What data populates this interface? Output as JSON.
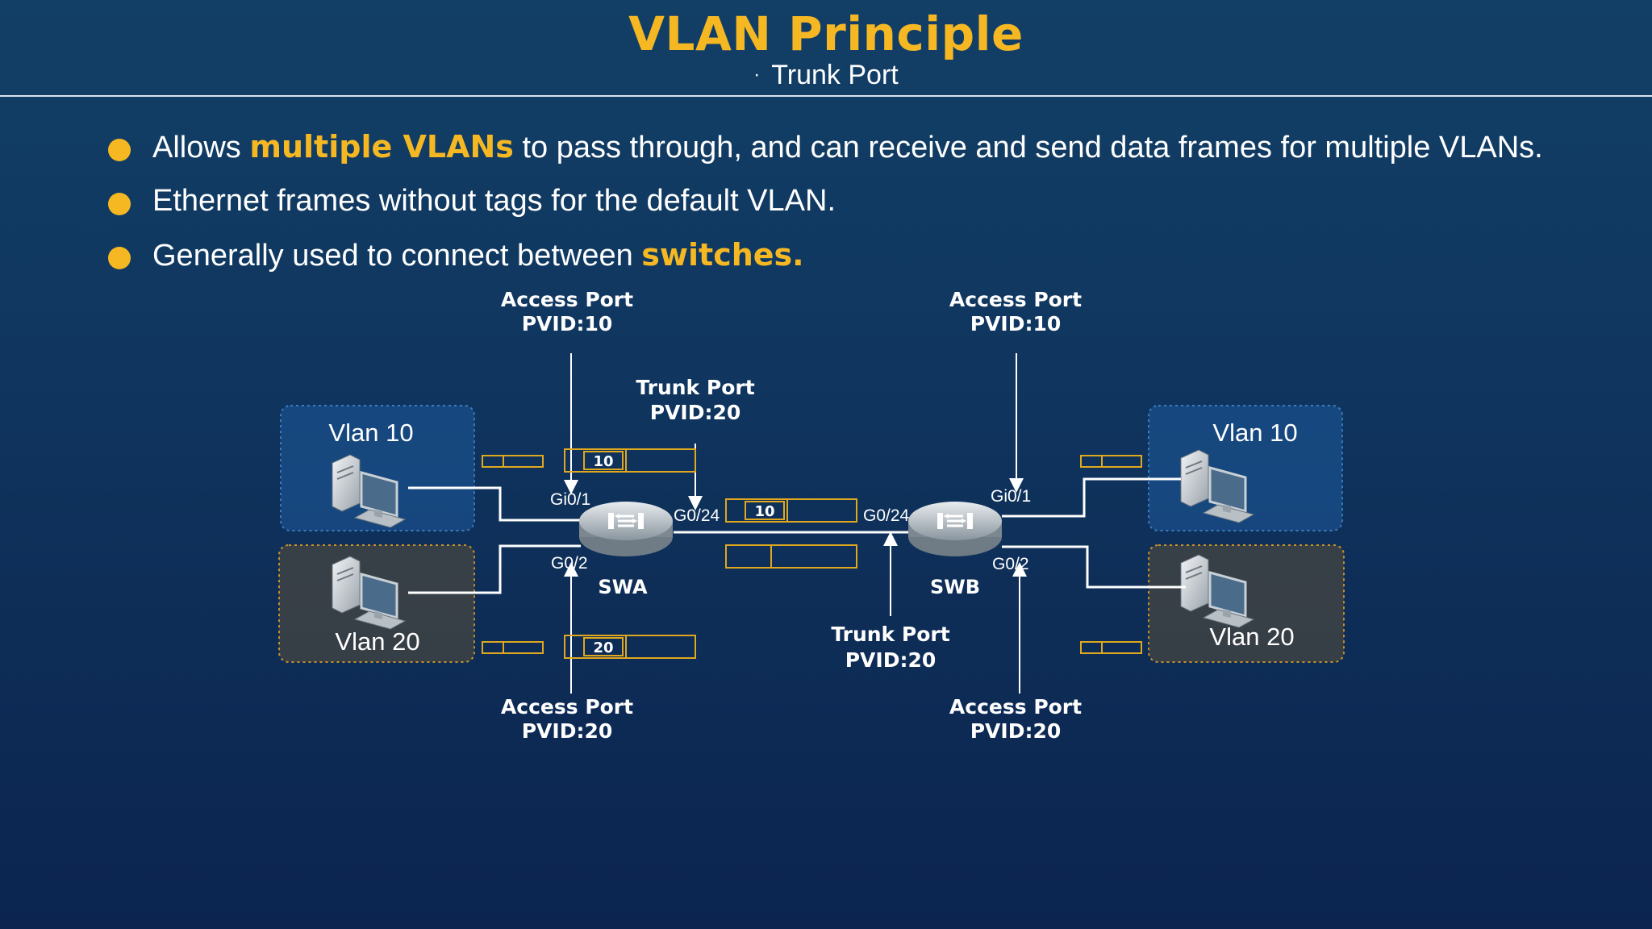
{
  "slide": {
    "title": "VLAN Principle",
    "subtitle": "Trunk Port",
    "subtitle_marker": "·"
  },
  "bullets": [
    {
      "before": "Allows ",
      "highlight": "multiple VLANs",
      "after": " to pass through, and can receive and send data frames for multiple VLANs."
    },
    {
      "before": "Ethernet frames without tags for the default VLAN.",
      "highlight": "",
      "after": ""
    },
    {
      "before": "Generally used to connect between ",
      "highlight": "switches.",
      "after": ""
    }
  ],
  "diagram": {
    "switch_a": "SWA",
    "switch_b": "SWB",
    "vlan_a_top": "Vlan 10",
    "vlan_a_bottom": "Vlan 20",
    "vlan_b_top": "Vlan 10",
    "vlan_b_bottom": "Vlan 20",
    "ports": {
      "swa_gi01": "Gi0/1",
      "swa_g02": "G0/2",
      "swa_g024": "G0/24",
      "swb_g024": "G0/24",
      "swb_gi01": "Gi0/1",
      "swb_g02": "G0/2"
    },
    "callouts": {
      "swa_access_top": [
        "Access Port",
        "PVID:10"
      ],
      "swa_trunk": [
        "Trunk Port",
        "PVID:20"
      ],
      "swb_access_top": [
        "Access Port",
        "PVID:10"
      ],
      "swa_access_bottom": [
        "Access Port",
        "PVID:20"
      ],
      "swb_trunk": [
        "Trunk Port",
        "PVID:20"
      ],
      "swb_access_bottom": [
        "Access Port",
        "PVID:20"
      ]
    },
    "frame_tags": {
      "swa_top": "10",
      "link_top": "10",
      "swa_bottom": "20"
    }
  },
  "colors": {
    "accent": "#f5b823",
    "frame_border": "#e0a81e",
    "vlan10_box": "#1e5a9a",
    "vlan20_box": "#4a4740"
  }
}
